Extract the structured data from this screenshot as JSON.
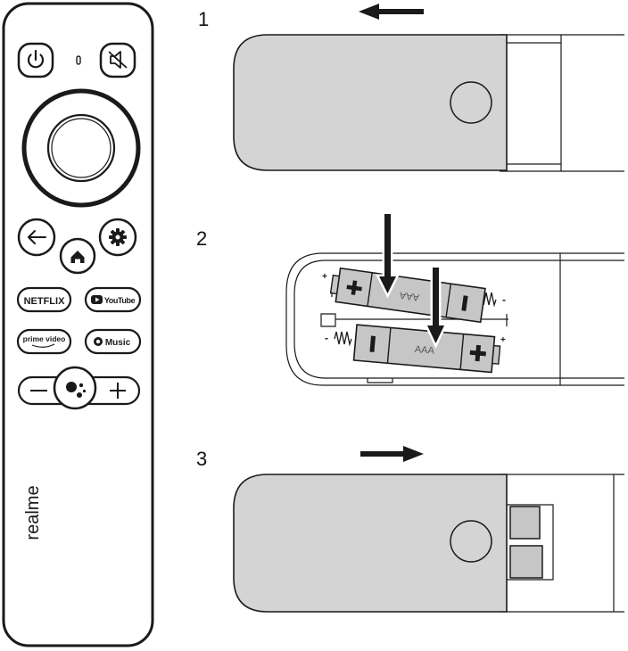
{
  "remote": {
    "brand": "realme",
    "apps": [
      "NETFLIX",
      "YouTube",
      "prime video",
      "Music"
    ],
    "icons": [
      "power-icon",
      "mute-icon",
      "back-icon",
      "settings-icon",
      "home-icon",
      "google-assistant-icon",
      "minus-icon",
      "plus-icon"
    ]
  },
  "steps": [
    {
      "number": "1"
    },
    {
      "number": "2",
      "battery_label_top": "AAA",
      "battery_label_bottom": "AAA",
      "plus_sign": "+",
      "minus_sign": "-"
    },
    {
      "number": "3"
    }
  ],
  "colors": {
    "cover": "#d4d4d4",
    "battery": "#c6c6c6",
    "outline": "#1a1a1a"
  }
}
